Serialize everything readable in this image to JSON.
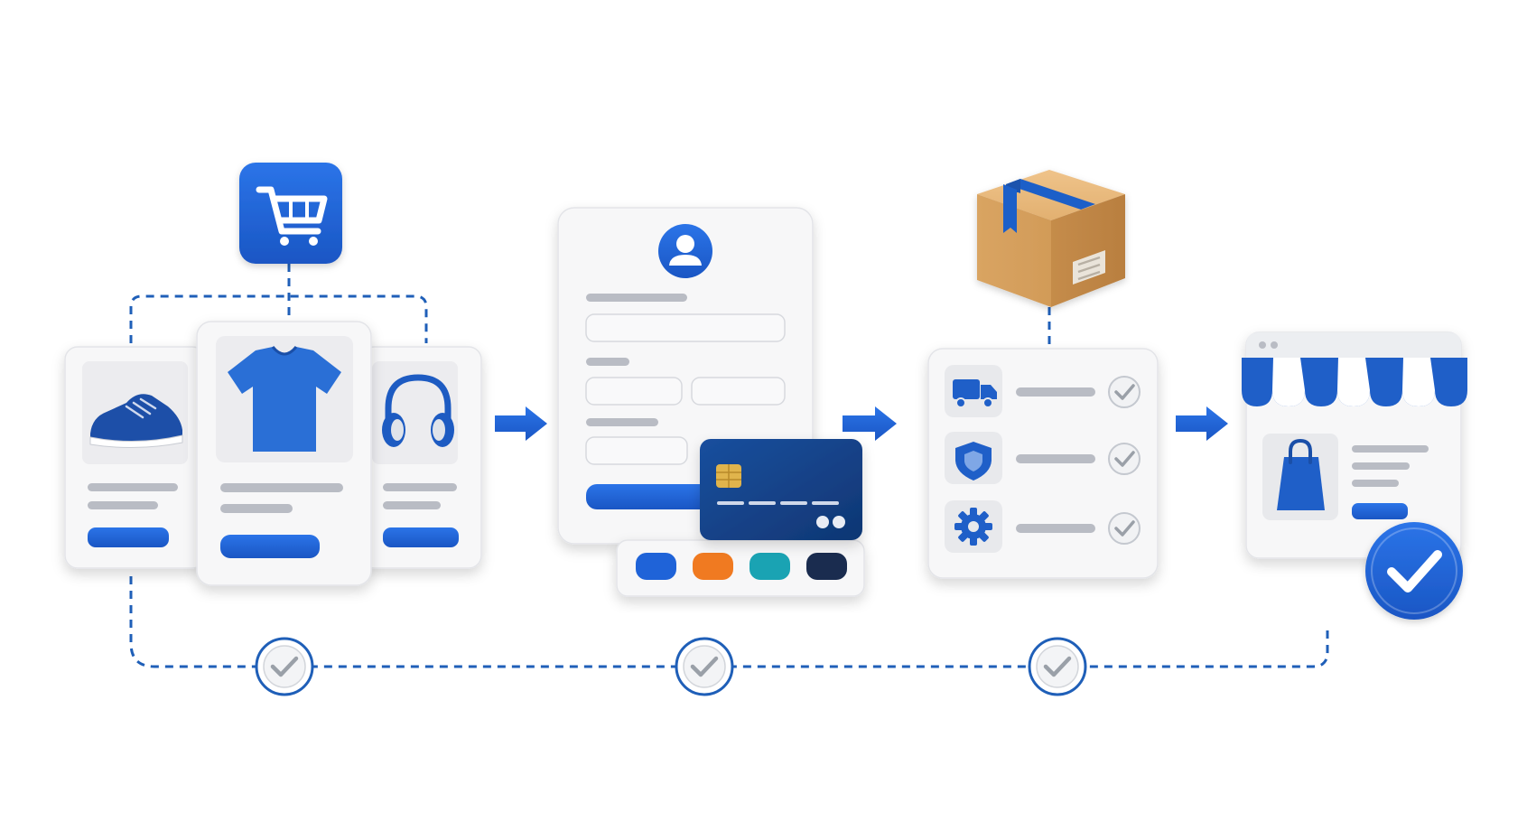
{
  "colors": {
    "brand_blue": "#1f63d8",
    "brand_blue_dark": "#164fb4",
    "card_bg": "#f7f7f8",
    "card_border": "#e3e4e8",
    "placeholder_gray": "#b9bcc4",
    "thumb_bg": "#ececef",
    "dash": "#1f5fb8",
    "check_gray": "#9aa0a8",
    "card_navy": "#123f86",
    "chip": "#e0b44c",
    "box_tan": "#d9a86a",
    "swatch_blue": "#1f63d8",
    "swatch_orange": "#f07a21",
    "swatch_teal": "#1aa3b3",
    "swatch_navy": "#1a2c4f"
  },
  "icons": {
    "cart": "shopping-cart-icon",
    "shoe": "sneaker-icon",
    "shirt": "tshirt-icon",
    "headphones": "headphones-icon",
    "user": "user-avatar-icon",
    "credit_card": "credit-card-icon",
    "package": "package-box-icon",
    "truck": "delivery-truck-icon",
    "shield": "shield-icon",
    "gear": "gear-icon",
    "store": "storefront-icon",
    "bag": "shopping-bag-icon",
    "check": "check-icon",
    "arrow": "arrow-right-icon"
  },
  "stages": [
    {
      "id": "browse"
    },
    {
      "id": "checkout"
    },
    {
      "id": "fulfillment"
    },
    {
      "id": "delivered"
    }
  ]
}
